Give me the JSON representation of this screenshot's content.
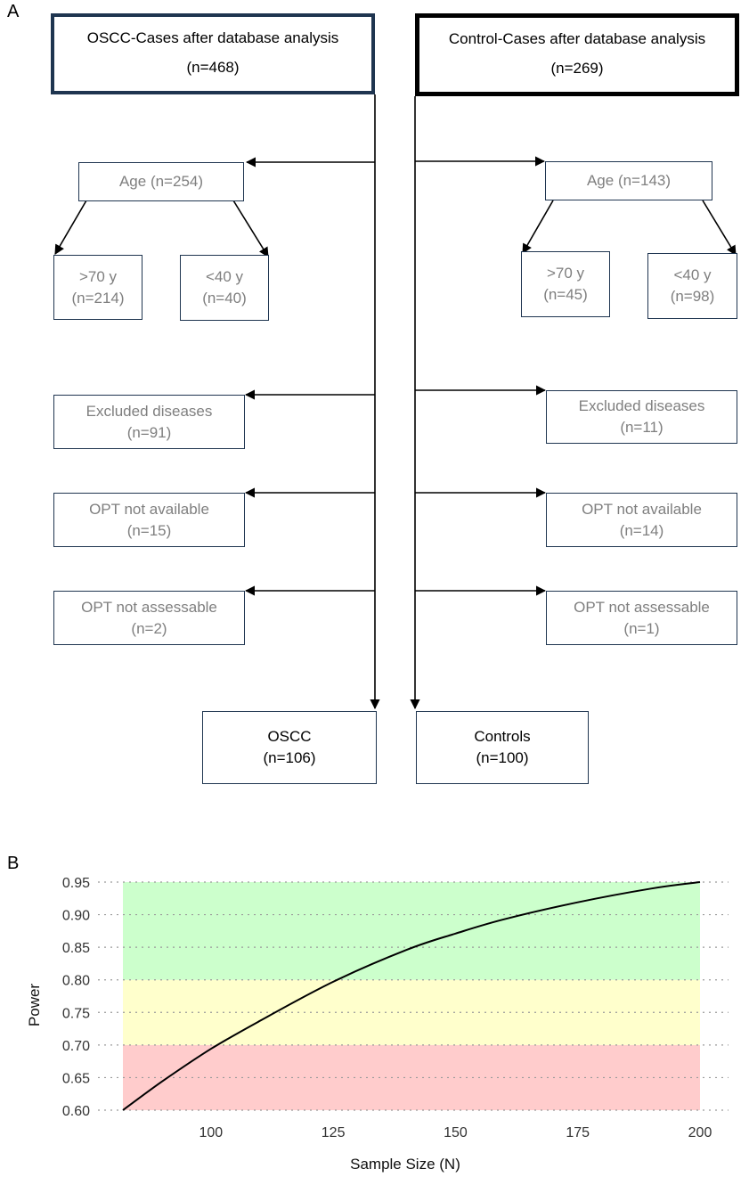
{
  "panel_a": {
    "label": "A",
    "left_top": {
      "title": "OSCC-Cases after database analysis",
      "count": "(n=468)"
    },
    "right_top": {
      "title": "Control-Cases after database analysis",
      "count": "(n=269)"
    },
    "left_age": "Age (n=254)",
    "left_over70": {
      "line1": ">70 y",
      "line2": "(n=214)"
    },
    "left_under40": {
      "line1": "<40 y",
      "line2": "(n=40)"
    },
    "right_age": "Age (n=143)",
    "right_over70": {
      "line1": ">70 y",
      "line2": "(n=45)"
    },
    "right_under40": {
      "line1": "<40 y",
      "line2": "(n=98)"
    },
    "left_excluded": {
      "line1": "Excluded diseases",
      "line2": "(n=91)"
    },
    "left_opt_na": {
      "line1": "OPT not available",
      "line2": "(n=15)"
    },
    "left_opt_nass": {
      "line1": "OPT not assessable",
      "line2": "(n=2)"
    },
    "right_excluded": {
      "line1": "Excluded diseases",
      "line2": "(n=11)"
    },
    "right_opt_na": {
      "line1": "OPT not available",
      "line2": "(n=14)"
    },
    "right_opt_nass": {
      "line1": "OPT not assessable",
      "line2": "(n=1)"
    },
    "final_oscc": {
      "line1": "OSCC",
      "line2": "(n=106)"
    },
    "final_controls": {
      "line1": "Controls",
      "line2": "(n=100)"
    }
  },
  "panel_b": {
    "label": "B"
  },
  "chart_data": {
    "type": "line",
    "title": "",
    "xlabel": "Sample Size (N)",
    "ylabel": "Power",
    "xlim": [
      78,
      203
    ],
    "ylim": [
      0.6,
      0.95
    ],
    "x_ticks": [
      100,
      125,
      150,
      175,
      200
    ],
    "y_ticks": [
      0.6,
      0.65,
      0.7,
      0.75,
      0.8,
      0.85,
      0.9,
      0.95
    ],
    "x_tick_labels": [
      "100",
      "125",
      "150",
      "175",
      "200"
    ],
    "y_tick_labels": [
      "0.60",
      "0.65",
      "0.70",
      "0.75",
      "0.80",
      "0.85",
      "0.90",
      "0.95"
    ],
    "grid": "horizontal dotted",
    "bands": [
      {
        "from": 0.6,
        "to": 0.7,
        "color": "#ffcccc"
      },
      {
        "from": 0.7,
        "to": 0.8,
        "color": "#ffffcc"
      },
      {
        "from": 0.8,
        "to": 0.95,
        "color": "#ccffcc"
      }
    ],
    "series": [
      {
        "color": "#000000",
        "x": [
          82,
          90,
          100,
          110,
          125,
          140,
          150,
          160,
          175,
          190,
          200
        ],
        "y": [
          0.6,
          0.644,
          0.694,
          0.737,
          0.797,
          0.846,
          0.871,
          0.893,
          0.919,
          0.94,
          0.95
        ]
      }
    ]
  }
}
